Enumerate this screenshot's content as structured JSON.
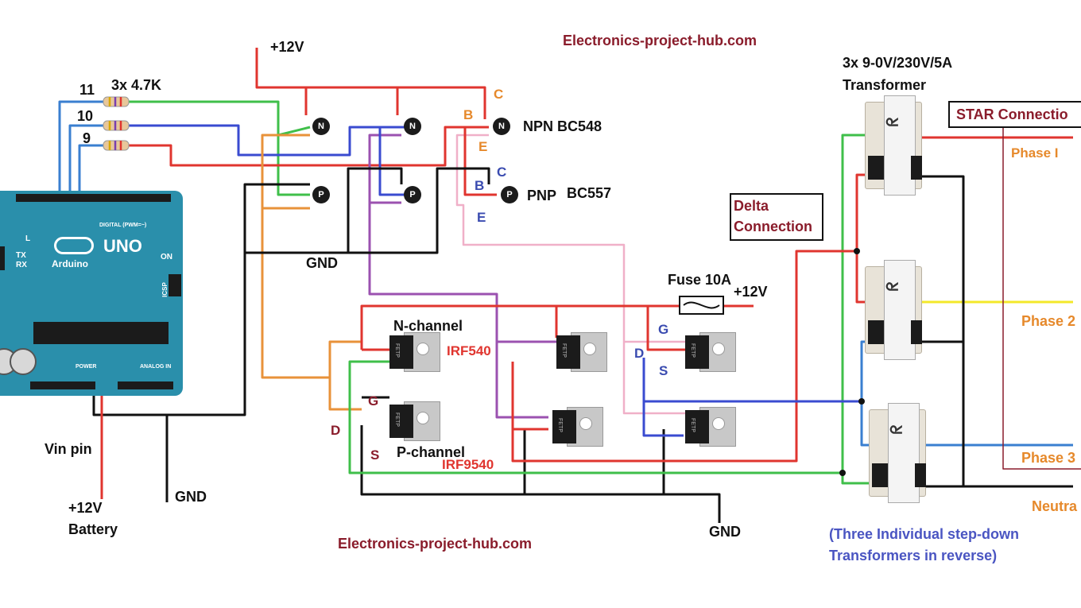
{
  "watermark_top": "Electronics-project-hub.com",
  "watermark_bottom": "Electronics-project-hub.com",
  "supply_top": "+12V",
  "supply_fuse": "+12V",
  "fuse_label": "Fuse 10A",
  "resistors_label": "3x 4.7K",
  "pin_11": "11",
  "pin_10": "10",
  "pin_9": "9",
  "npn_label": "NPN  BC548",
  "pnp_label": "PNP",
  "pnp_part": "BC557",
  "npn_pins": {
    "c": "C",
    "b": "B",
    "e": "E"
  },
  "pnp_pins": {
    "c": "C",
    "b": "B",
    "e": "E"
  },
  "bjt_marks": {
    "n": "N",
    "p": "P"
  },
  "gnd_mid": "GND",
  "gnd_left": "GND",
  "gnd_bottom": "GND",
  "vin_pin": "Vin pin",
  "battery_v": "+12V",
  "battery": "Battery",
  "n_channel": "N-channel",
  "n_part": "IRF540",
  "p_channel": "P-channel",
  "p_part": "IRF9540",
  "fet_pins_left": {
    "g": "G",
    "d": "D",
    "s": "S"
  },
  "fet_pins_right": {
    "g": "G",
    "d": "D",
    "s": "S"
  },
  "fet_text": "FETP",
  "delta_line1": "Delta",
  "delta_line2": "Connection",
  "transformer_line1": "3x  9-0V/230V/5A",
  "transformer_line2": "Transformer",
  "star_connection": "STAR   Connectio",
  "phase1": "Phase I",
  "phase2": "Phase 2",
  "phase3": "Phase 3",
  "neutral": "Neutra",
  "note_line1": "(Three Individual step-down",
  "note_line2": "Transformers in reverse)",
  "arduino": {
    "logo": "UNO",
    "brand": "Arduino",
    "on": "ON",
    "tx": "TX",
    "rx": "RX",
    "l": "L",
    "icsp": "ICSP",
    "digital": "DIGITAL (PWM=~)",
    "power": "POWER",
    "analog": "ANALOG IN"
  },
  "colors": {
    "red": "#e0352f",
    "green": "#3fbf4a",
    "blue": "#3a4bd0",
    "orange": "#e8923a",
    "purple": "#9b52b0",
    "pink": "#f0b0c8",
    "black": "#111111",
    "yellow": "#f3e82a",
    "light_blue": "#3a7fd0",
    "arduino": "#2a8fab"
  }
}
